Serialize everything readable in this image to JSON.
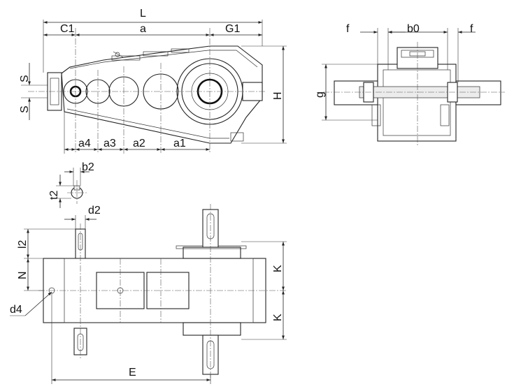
{
  "labels": {
    "L": "L",
    "C1": "C1",
    "a": "a",
    "G1": "G1",
    "S_top": "S",
    "S_bottom": "S",
    "H": "H",
    "a4": "a4",
    "a3": "a3",
    "a2": "a2",
    "a1": "a1",
    "f_left": "f",
    "b0": "b0",
    "f_right": "f",
    "g": "g",
    "b2": "b2",
    "t2": "t2",
    "d2": "d2",
    "l2": "l2",
    "N": "N",
    "K_top": "K",
    "K_bottom": "K",
    "d4": "d4",
    "E": "E"
  }
}
